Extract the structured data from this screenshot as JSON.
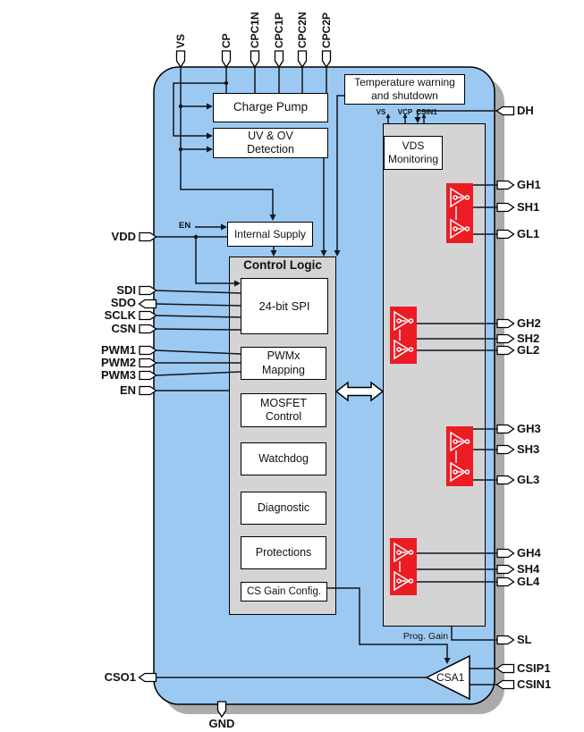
{
  "pins": {
    "top": [
      {
        "label": "VS"
      },
      {
        "label": "CP"
      },
      {
        "label": "CPC1N"
      },
      {
        "label": "CPC1P"
      },
      {
        "label": "CPC2N"
      },
      {
        "label": "CPC2P"
      }
    ],
    "left": [
      {
        "label": "VDD"
      },
      {
        "label": "SDI"
      },
      {
        "label": "SDO"
      },
      {
        "label": "SCLK"
      },
      {
        "label": "CSN"
      },
      {
        "label": "PWM1"
      },
      {
        "label": "PWM2"
      },
      {
        "label": "PWM3"
      },
      {
        "label": "EN"
      },
      {
        "label": "CSO1"
      }
    ],
    "right": [
      {
        "label": "DH"
      },
      {
        "label": "GH1"
      },
      {
        "label": "SH1"
      },
      {
        "label": "GL1"
      },
      {
        "label": "GH2"
      },
      {
        "label": "SH2"
      },
      {
        "label": "GL2"
      },
      {
        "label": "GH3"
      },
      {
        "label": "SH3"
      },
      {
        "label": "GL3"
      },
      {
        "label": "GH4"
      },
      {
        "label": "SH4"
      },
      {
        "label": "GL4"
      },
      {
        "label": "SL"
      },
      {
        "label": "CSIP1"
      },
      {
        "label": "CSIN1"
      }
    ],
    "bottom": [
      {
        "label": "GND"
      }
    ]
  },
  "blocks": {
    "temperature": "Temperature warning\nand shutdown",
    "charge_pump": "Charge Pump",
    "uv_ov": "UV & OV\nDetection",
    "internal_supply": "Internal Supply",
    "control_logic": "Control Logic",
    "spi": "24-bit SPI",
    "pwm_mapping": "PWMx\nMapping",
    "mosfet_control": "MOSFET\nControl",
    "watchdog": "Watchdog",
    "diagnostic": "Diagnostic",
    "protections": "Protections",
    "cs_gain": "CS Gain Config.",
    "vds": "VDS\nMonitoring",
    "csa": "CSA1"
  },
  "annotations": {
    "en": "EN",
    "drv_vs": "VS",
    "drv_vcp": "VCP",
    "drv_csin1": "CSIN1",
    "prog_gain": "Prog. Gain"
  },
  "colors": {
    "chip_fill": "#9cc9f2",
    "block_gray": "#d4d4d4",
    "driver_red": "#ec1c24",
    "shadow": "#ababab",
    "wire": "#10141c"
  }
}
